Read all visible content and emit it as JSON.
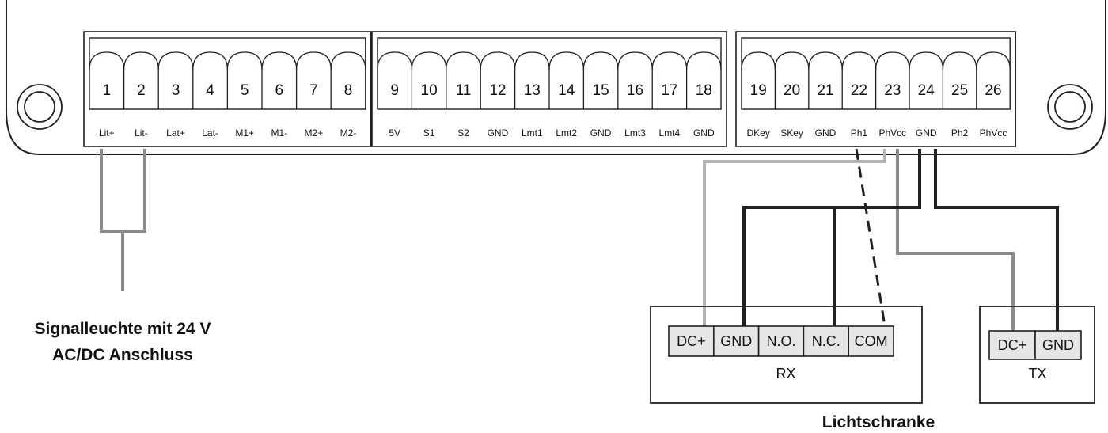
{
  "terminal_blocks": [
    {
      "numbers": [
        "1",
        "2",
        "3",
        "4",
        "5",
        "6",
        "7",
        "8"
      ],
      "signals": [
        "Lit+",
        "Lit-",
        "Lat+",
        "Lat-",
        "M1+",
        "M1-",
        "M2+",
        "M2-"
      ]
    },
    {
      "numbers": [
        "9",
        "10",
        "11",
        "12",
        "13",
        "14",
        "15",
        "16",
        "17",
        "18"
      ],
      "signals": [
        "5V",
        "S1",
        "S2",
        "GND",
        "Lmt1",
        "Lmt2",
        "GND",
        "Lmt3",
        "Lmt4",
        "GND"
      ]
    },
    {
      "numbers": [
        "19",
        "20",
        "21",
        "22",
        "23",
        "24",
        "25",
        "26"
      ],
      "signals": [
        "DKey",
        "SKey",
        "GND",
        "Ph1",
        "PhVcc",
        "GND",
        "Ph2",
        "PhVcc"
      ]
    }
  ],
  "rx": {
    "terminals": [
      "DC+",
      "GND",
      "N.O.",
      "N.C.",
      "COM"
    ],
    "label": "RX"
  },
  "tx": {
    "terminals": [
      "DC+",
      "GND"
    ],
    "label": "TX"
  },
  "signal_lamp_caption": [
    "Signalleuchte mit 24 V",
    "AC/DC Anschluss"
  ],
  "photocell_caption": "Lichtschranke",
  "colors": {
    "wire_light": "#b3b3b3",
    "wire_mid": "#8a8a8a",
    "wire_dark": "#231f20",
    "terminal_fill": "#e6e6e6"
  }
}
